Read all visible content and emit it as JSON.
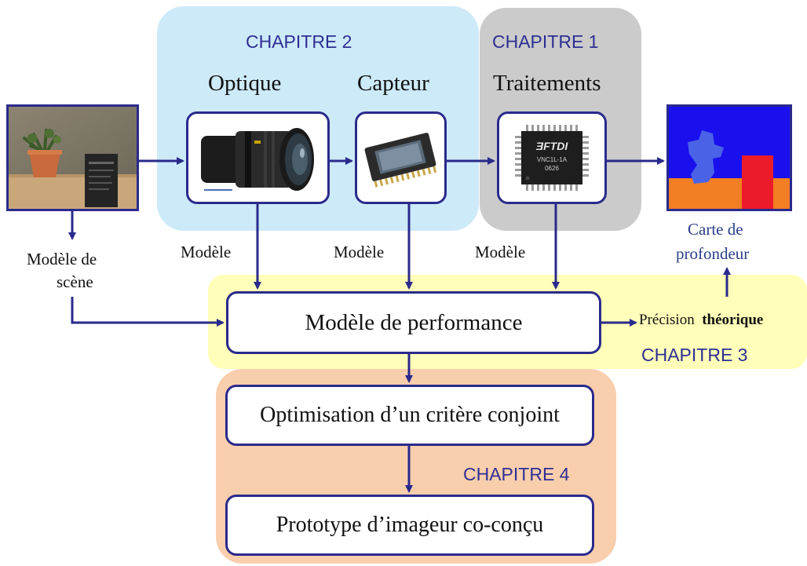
{
  "chapters": {
    "ch1": "CHAPITRE 1",
    "ch2": "CHAPITRE 2",
    "ch3": "CHAPITRE 3",
    "ch4": "CHAPITRE 4"
  },
  "stages": {
    "optique": "Optique",
    "capteur": "Capteur",
    "traitements": "Traitements"
  },
  "model_labels": {
    "optique": "Modèle",
    "capteur": "Modèle",
    "traitements": "Modèle"
  },
  "scene_model": {
    "line1": "Modèle de",
    "line2": "scène"
  },
  "depth_map": {
    "line1": "Carte de",
    "line2": "profondeur"
  },
  "performance": "Modèle de performance",
  "precision": {
    "prefix": "Précision",
    "bold": "théorique"
  },
  "optimisation": "Optimisation d’un critère conjoint",
  "prototype": "Prototype d’imageur co-conçu",
  "chip": {
    "brand": "ƎFTDI",
    "model": "VNC1L-1A",
    "code": "0626"
  },
  "colors": {
    "chapter2_bg": "#cdeaf8",
    "chapter1_bg": "#cbcbcb",
    "chapter3_bg": "#ffffb9",
    "chapter4_bg": "#f9ceac",
    "arrow": "#2a2a8c",
    "depth_blue": "#1a10ee",
    "depth_orange": "#f27f24",
    "depth_red": "#ec1b2a",
    "depth_object": "#4a63e6"
  }
}
